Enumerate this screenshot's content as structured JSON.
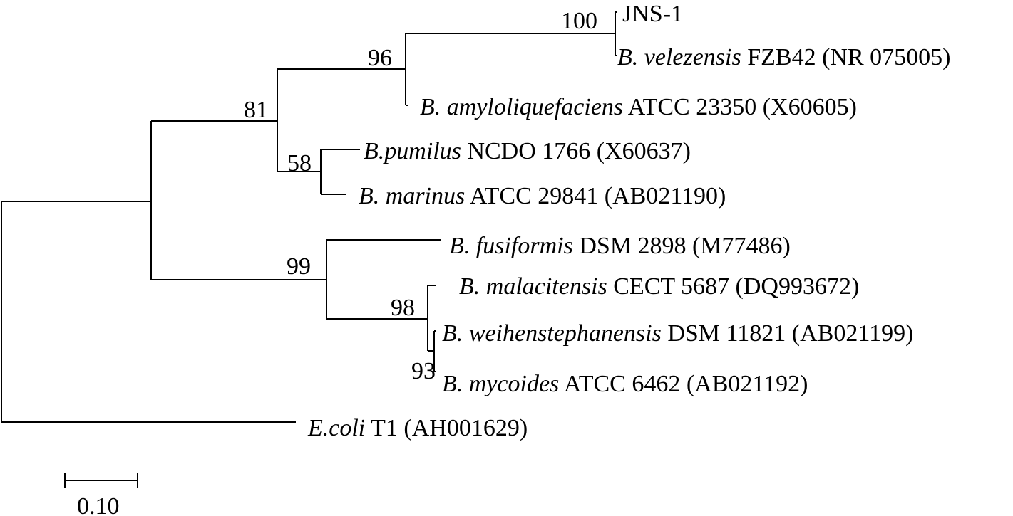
{
  "tree": {
    "leaves": {
      "jns1": {
        "label": "JNS-1"
      },
      "velezensis": {
        "species": "B. velezensis",
        "strain": " FZB42 (NR 075005)"
      },
      "amyloliquefaciens": {
        "species": "B. amyloliquefaciens",
        "strain": " ATCC 23350 (X60605)"
      },
      "pumilus": {
        "species": "B.pumilus",
        "strain": " NCDO 1766 (X60637)"
      },
      "marinus": {
        "species": "B. marinus",
        "strain": " ATCC 29841 (AB021190)"
      },
      "fusiformis": {
        "species": "B. fusiformis",
        "strain": " DSM 2898 (M77486)"
      },
      "malacitensis": {
        "species": "B. malacitensis",
        "strain": " CECT 5687 (DQ993672)"
      },
      "weihenstephanensis": {
        "species": "B. weihenstephanensis",
        "strain": " DSM 11821 (AB021199)"
      },
      "mycoides": {
        "species": "B. mycoides",
        "strain": " ATCC 6462 (AB021192)"
      },
      "ecoli": {
        "species": "E.coli",
        "strain": " T1 (AH001629)"
      }
    },
    "bootstrap": {
      "jns_velezensis": "100",
      "velezensis_amylo": "96",
      "clade_a": "81",
      "pumilus_marinus": "58",
      "clade_b": "99",
      "malacitensis_group": "98",
      "weihen_mycoides": "93"
    },
    "scale_bar": {
      "label": "0.10"
    }
  }
}
